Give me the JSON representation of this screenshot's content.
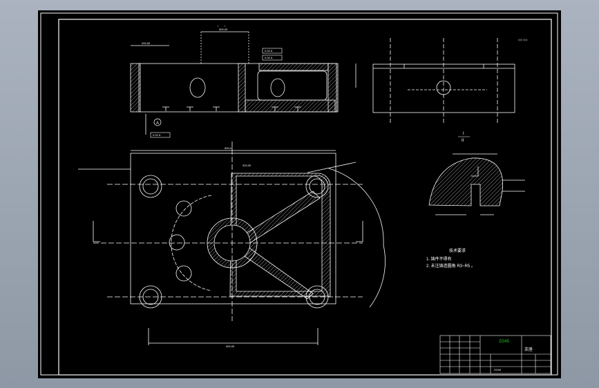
{
  "sheet": {
    "background": "#000000",
    "line_color": "#ffffff",
    "accent_color": "#22cc22",
    "dimension_color": "#ffffff"
  },
  "views": {
    "front": {
      "label": "A",
      "tolerance_frames": [
        "0.02 A",
        "0.02 A",
        "0.02 A"
      ]
    },
    "side": {},
    "plan": {},
    "detail": {
      "label_top": "I",
      "label_bottom": "II"
    }
  },
  "notes": {
    "title": "技术要求",
    "items": [
      "1. 铸件不得有",
      "2. 未注铸造圆角 R3~R5 。"
    ]
  },
  "title_block": {
    "part_name": "ZG45",
    "drawing_no": "支座",
    "material": "ZG45"
  }
}
